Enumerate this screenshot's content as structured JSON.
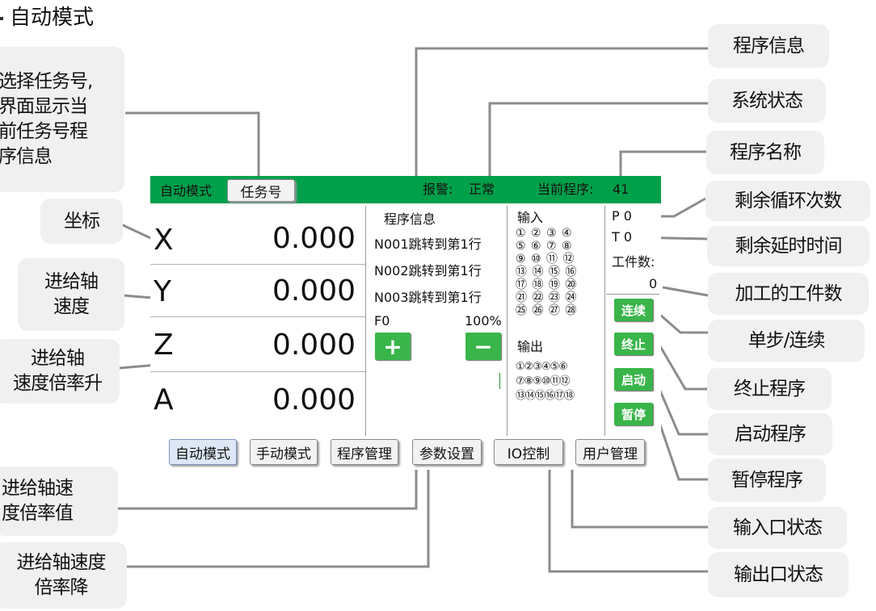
{
  "page_title": "自动模式",
  "hmi": {
    "mode_label": "自动模式",
    "task_button": "任务号",
    "alarm_label": "报警:",
    "alarm_value": "正常",
    "program_label": "当前程序:",
    "program_value": "41",
    "axes": [
      {
        "name": "X",
        "value": "0.000"
      },
      {
        "name": "Y",
        "value": "0.000"
      },
      {
        "name": "Z",
        "value": "0.000"
      },
      {
        "name": "A",
        "value": "0.000"
      }
    ],
    "program_info_title": "程序信息",
    "program_lines": [
      "N001跳转到第1行",
      "N002跳转到第1行",
      "N003跳转到第1行"
    ],
    "feed": "F0",
    "feed_override": "100%",
    "plus": "+",
    "minus": "−",
    "input_title": "输入",
    "input_rows": [
      "① ② ③ ④",
      "⑤ ⑥ ⑦ ⑧",
      "⑨ ⑩ ⑪ ⑫",
      "⑬ ⑭ ⑮ ⑯",
      "⑰ ⑱ ⑲ ⑳",
      "㉑ ㉒ ㉓ ㉔",
      "㉕ ㉖ ㉗ ㉘"
    ],
    "output_title": "输出",
    "output_rows": [
      "①②③④⑤⑥",
      "⑦⑧⑨⑩⑪⑫",
      "⑬⑭⑮⑯⑰⑱"
    ],
    "p_value": "P 0",
    "t_value": "T 0",
    "workpiece_label": "工件数:",
    "workpiece_value": "0",
    "buttons": {
      "continuous": "连续",
      "stop": "终止",
      "start": "启动",
      "pause": "暂停"
    },
    "bottom_tabs": [
      "自动模式",
      "手动模式",
      "程序管理",
      "参数设置",
      "IO控制",
      "用户管理"
    ],
    "colors": {
      "topbar": "#00a04a",
      "green_button": "#39b54a"
    }
  },
  "callouts": {
    "select_task": "选择任务号,\n界面显示当\n前任务号程\n序信息",
    "coordinates": "坐标",
    "feed_speed": "进给轴\n速度",
    "feed_up": "进给轴\n速度倍率升",
    "feed_value": "进给轴速\n度倍率值",
    "feed_down": "进给轴速度\n倍率降",
    "program_info": "程序信息",
    "system_status": "系统状态",
    "program_name": "程序名称",
    "remaining_cycles": "剩余循环次数",
    "remaining_delay": "剩余延时时间",
    "workpiece_count": "加工的工件数",
    "step_continuous": "单步/连续",
    "stop_program": "终止程序",
    "start_program": "启动程序",
    "pause_program": "暂停程序",
    "input_status": "输入口状态",
    "output_status": "输出口状态"
  }
}
